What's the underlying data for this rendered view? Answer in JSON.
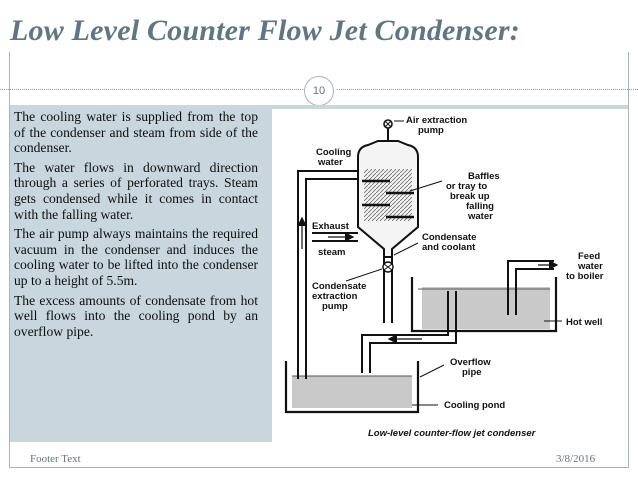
{
  "slide": {
    "title": "Low Level Counter Flow Jet Condenser:",
    "page_number": "10",
    "paragraphs": [
      "The cooling water is supplied from the top of the condenser and steam from side of the condenser.",
      "The water flows in downward direction through a series of perforated trays. Steam gets condensed while it comes in contact with the falling water.",
      "The air pump always maintains the required vacuum in the condenser and induces the cooling water to be lifted into the condenser up to a height of 5.5m.",
      "The excess amounts of condensate from hot well flows into the cooling pond by an overflow pipe."
    ],
    "footer_text": "Footer Text",
    "date": "3/8/2016"
  },
  "diagram": {
    "labels": {
      "air_extraction_1": "Air extraction",
      "air_extraction_2": "pump",
      "cooling_water_1": "Cooling",
      "cooling_water_2": "water",
      "baffles_1": "Baffles",
      "baffles_2": "or tray to",
      "baffles_3": "break up",
      "baffles_4": "falling",
      "baffles_5": "water",
      "exhaust_1": "Exhaust",
      "exhaust_2": "steam",
      "condensate_coolant_1": "Condensate",
      "condensate_coolant_2": "and coolant",
      "feed_1": "Feed",
      "feed_2": "water",
      "feed_3": "to boiler",
      "condensate_pump_1": "Condensate",
      "condensate_pump_2": "extraction",
      "condensate_pump_3": "pump",
      "hot_well": "Hot well",
      "overflow_1": "Overflow",
      "overflow_2": "pipe",
      "cooling_pond": "Cooling pond",
      "caption": "Low-level counter-flow jet condenser"
    }
  },
  "colors": {
    "title": "#5f7782",
    "panel": "#c8d6dd",
    "water": "#c9c9c9"
  }
}
